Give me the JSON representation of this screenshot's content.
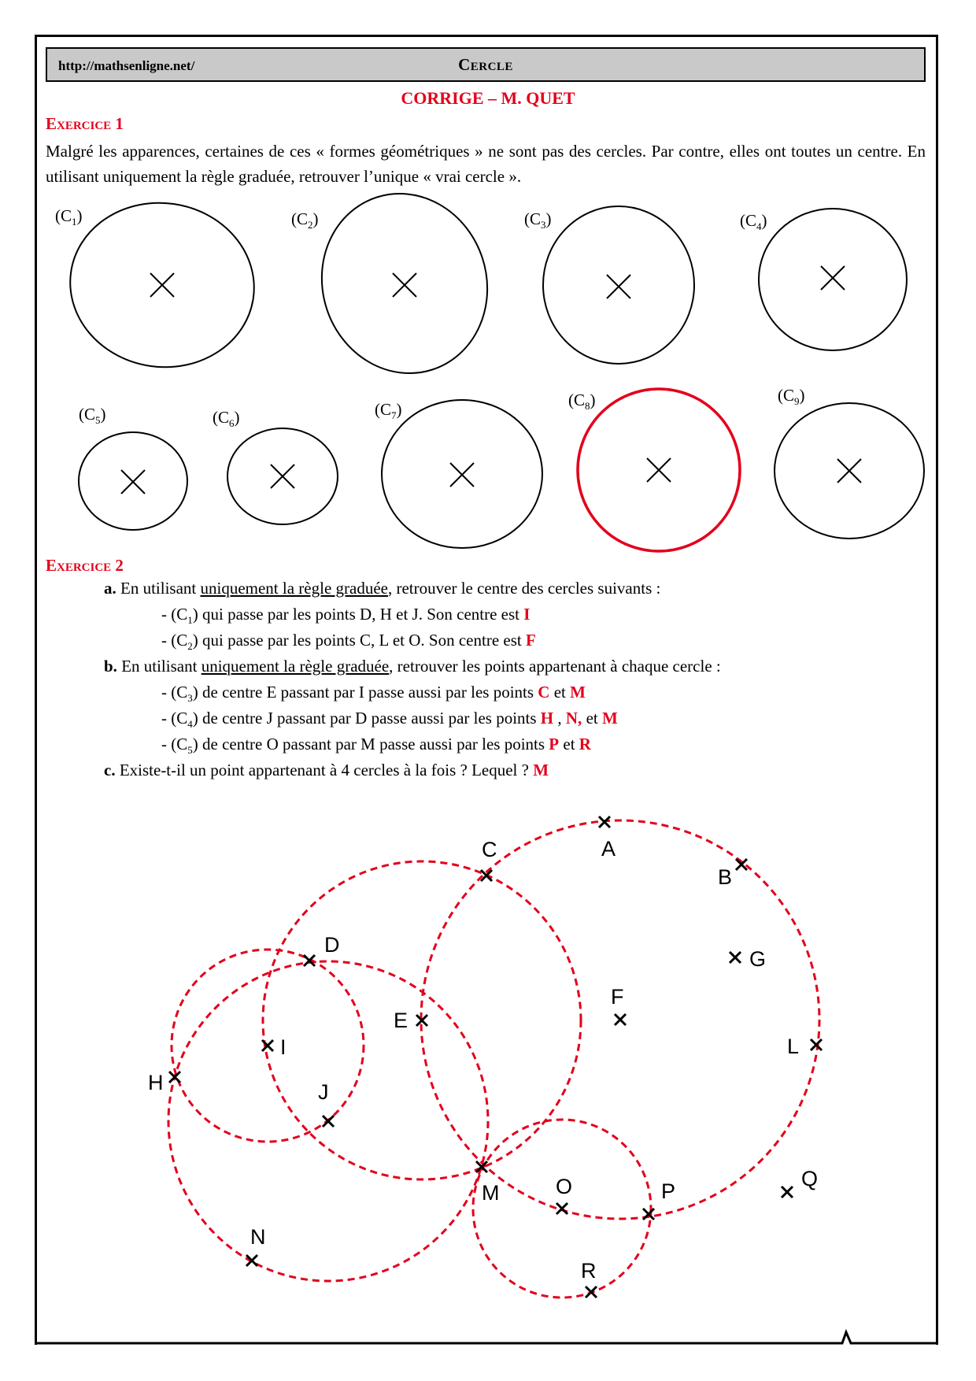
{
  "header": {
    "url": "http://mathsenligne.net/",
    "title": "Cercle"
  },
  "corrige": "CORRIGE – M. QUET",
  "exercise1": {
    "title": "Exercice 1",
    "text": "Malgré les apparences, certaines de ces « formes géométriques » ne sont pas des cercles. Par contre, elles ont toutes un centre. En utilisant uniquement la règle graduée, retrouver l’unique « vrai cercle ».",
    "shapes": [
      {
        "label": "(C",
        "sub": "1",
        "highlight": false
      },
      {
        "label": "(C",
        "sub": "2",
        "highlight": false
      },
      {
        "label": "(C",
        "sub": "3",
        "highlight": false
      },
      {
        "label": "(C",
        "sub": "4",
        "highlight": false
      },
      {
        "label": "(C",
        "sub": "5",
        "highlight": false
      },
      {
        "label": "(C",
        "sub": "6",
        "highlight": false
      },
      {
        "label": "(C",
        "sub": "7",
        "highlight": false
      },
      {
        "label": "(C",
        "sub": "8",
        "highlight": true
      },
      {
        "label": "(C",
        "sub": "9",
        "highlight": false
      }
    ],
    "highlight_color": "#e3001b"
  },
  "exercise2": {
    "title": "Exercice 2",
    "a": {
      "letter": "a.",
      "intro_before": "En utilisant ",
      "intro_underlined": "uniquement la règle graduée",
      "intro_after": ", retrouver le centre des cercles suivants :",
      "items": [
        {
          "prefix": "- (C",
          "sub": "1",
          "text": ") qui passe par les points D, H et J. Son centre est ",
          "answer": "I"
        },
        {
          "prefix": "- (C",
          "sub": "2",
          "text": ") qui passe par les points C, L et O. Son centre est ",
          "answer": "F"
        }
      ]
    },
    "b": {
      "letter": "b.",
      "intro_before": "En utilisant ",
      "intro_underlined": "uniquement la règle graduée",
      "intro_after": ", retrouver les points appartenant à chaque cercle :",
      "items": [
        {
          "prefix": "- (C",
          "sub": "3",
          "text": ") de centre E passant par I passe aussi par les points ",
          "a1": "C",
          "mid1": " et ",
          "a2": "M",
          "mid2": "",
          "a3": ""
        },
        {
          "prefix": "- (C",
          "sub": "4",
          "text": ") de centre J passant par D passe aussi par les points ",
          "a1": "H",
          "mid1": " , ",
          "a2": "N,",
          "mid2": " et ",
          "a3": "M"
        },
        {
          "prefix": "- (C",
          "sub": "5",
          "text": ") de centre O passant par M passe aussi par les points ",
          "a1": "P",
          "mid1": " et ",
          "a2": "R",
          "mid2": "",
          "a3": ""
        }
      ]
    },
    "c": {
      "letter": "c.",
      "text": " Existe-t-il un point appartenant à 4 cercles à la fois ? Lequel ? ",
      "answer": "M"
    }
  },
  "figure": {
    "points": [
      {
        "name": "A"
      },
      {
        "name": "B"
      },
      {
        "name": "C"
      },
      {
        "name": "D"
      },
      {
        "name": "E"
      },
      {
        "name": "F"
      },
      {
        "name": "G"
      },
      {
        "name": "H"
      },
      {
        "name": "I"
      },
      {
        "name": "J"
      },
      {
        "name": "L"
      },
      {
        "name": "M"
      },
      {
        "name": "N"
      },
      {
        "name": "O"
      },
      {
        "name": "P"
      },
      {
        "name": "Q"
      },
      {
        "name": "R"
      }
    ],
    "circle_color": "#e3001b"
  }
}
